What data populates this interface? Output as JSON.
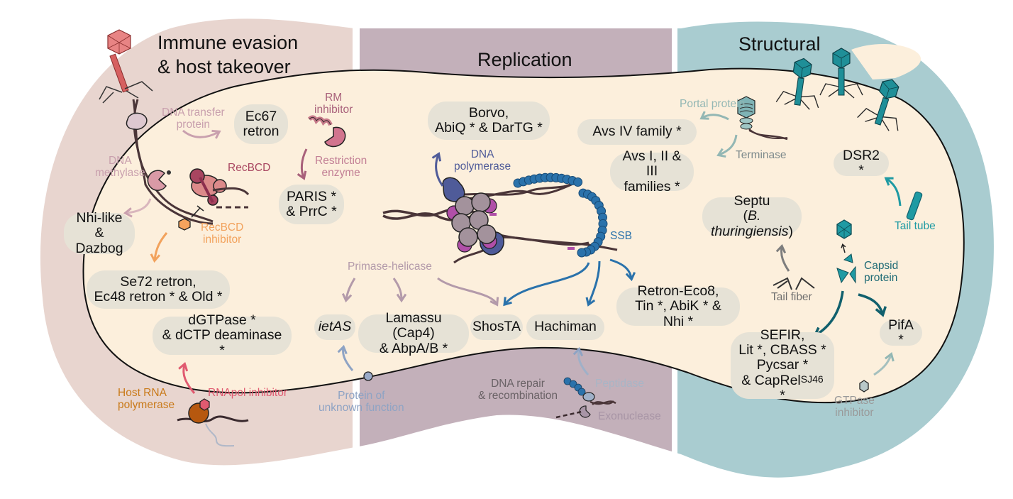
{
  "sections": [
    {
      "id": "immune",
      "title_line1": "Immune evasion",
      "title_line2": "& host takeover",
      "color": "#e8d5cf"
    },
    {
      "id": "replication",
      "title": "Replication",
      "color": "#c3b0ba"
    },
    {
      "id": "structural",
      "title": "Structural",
      "color": "#a9ccd0"
    }
  ],
  "cell_color": "#fcefdc",
  "defense_box_color": "#e6e2d6",
  "immune": {
    "dna_transfer_protein": [
      "DNA transfer",
      "protein"
    ],
    "ec67": [
      "Ec67",
      "retron"
    ],
    "rm_inhibitor": [
      "RM",
      "inhibitor"
    ],
    "restriction_enzyme": [
      "Restriction",
      "enzyme"
    ],
    "dna_methylase": [
      "DNA",
      "methylase"
    ],
    "recbcd": "RecBCD",
    "paris": [
      "PARIS *",
      "& PrrC *"
    ],
    "nhi_like": [
      "Nhi-like",
      "& Dazbog"
    ],
    "recbcd_inhibitor": [
      "RecBCD",
      "inhibitor"
    ],
    "se72": [
      "Se72 retron,",
      "Ec48 retron * & Old *"
    ],
    "dgtpase": [
      "dGTPase *",
      "& dCTP deaminase *"
    ],
    "host_rna_pol": [
      "Host RNA",
      "polymerase"
    ],
    "rnapol_inhibitor": "RNApol inhibitor"
  },
  "replication": {
    "borvo": [
      "Borvo,",
      "AbiQ * & DarTG *"
    ],
    "dna_polymerase": [
      "DNA",
      "polymerase"
    ],
    "ssb": "SSB",
    "primase_helicase": "Primase-helicase",
    "ietas": "ietAS",
    "lamassu": [
      "Lamassu (Cap4)",
      "& AbpA/B *"
    ],
    "shosta": "ShosTA",
    "hachiman": "Hachiman",
    "retron_eco8": [
      "Retron-Eco8,",
      "Tin *, AbiK * & Nhi *"
    ],
    "protein_unknown": [
      "Protein of",
      "unknown function"
    ],
    "dna_repair": [
      "DNA repair",
      "& recombination"
    ],
    "peptidase": "Peptidase",
    "exonuclease": "Exonuclease"
  },
  "structural": {
    "portal_protein": "Portal protein",
    "terminase": "Terminase",
    "avs_iv": "Avs IV family *",
    "avs_i_iii": [
      "Avs I, II & III",
      "families *"
    ],
    "dsr2": "DSR2 *",
    "septu": [
      "Septu",
      "B. thuringiensis"
    ],
    "tail_tube": "Tail tube",
    "tail_fiber": "Tail fiber",
    "capsid_protein": [
      "Capsid",
      "protein"
    ],
    "sefir": [
      "SEFIR,",
      "Lit *, CBASS *",
      "Pycsar *",
      "& CapRel",
      "SJ46",
      " *"
    ],
    "pifa": "PifA *",
    "gtpase_inhibitor": [
      "GTPase",
      "inhibitor"
    ]
  }
}
